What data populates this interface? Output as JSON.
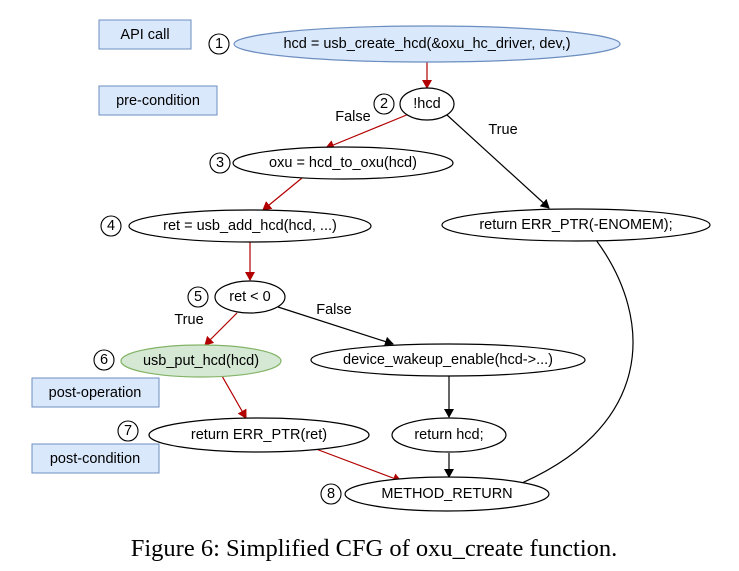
{
  "labels": {
    "api_call": "API call",
    "pre_condition": "pre-condition",
    "post_operation": "post-operation",
    "post_condition": "post-condition"
  },
  "nodes": {
    "n1": "hcd = usb_create_hcd(&oxu_hc_driver, dev,)",
    "n2": "!hcd",
    "n3": "oxu = hcd_to_oxu(hcd)",
    "n4": "ret = usb_add_hcd(hcd, ...)",
    "n5": "ret < 0",
    "n6": "usb_put_hcd(hcd)",
    "n7": "return ERR_PTR(ret)",
    "n8": "METHOD_RETURN",
    "n_enomem": "return ERR_PTR(-ENOMEM);",
    "n_wakeup": "device_wakeup_enable(hcd->...)",
    "n_ret_hcd": "return hcd;"
  },
  "markers": [
    "1",
    "2",
    "3",
    "4",
    "5",
    "6",
    "7",
    "8"
  ],
  "edge_labels": {
    "n2_false": "False",
    "n2_true": "True",
    "n5_true": "True",
    "n5_false": "False"
  },
  "caption": "Figure 6: Simplified CFG of oxu_create function.",
  "colors": {
    "label_fill": "#dae8fc",
    "label_stroke": "#6c8ebf",
    "api_node_fill": "#dae8fc",
    "post_op_node_fill": "#d5e8d4",
    "red_edge": "#b20000",
    "black_edge": "#000000"
  }
}
